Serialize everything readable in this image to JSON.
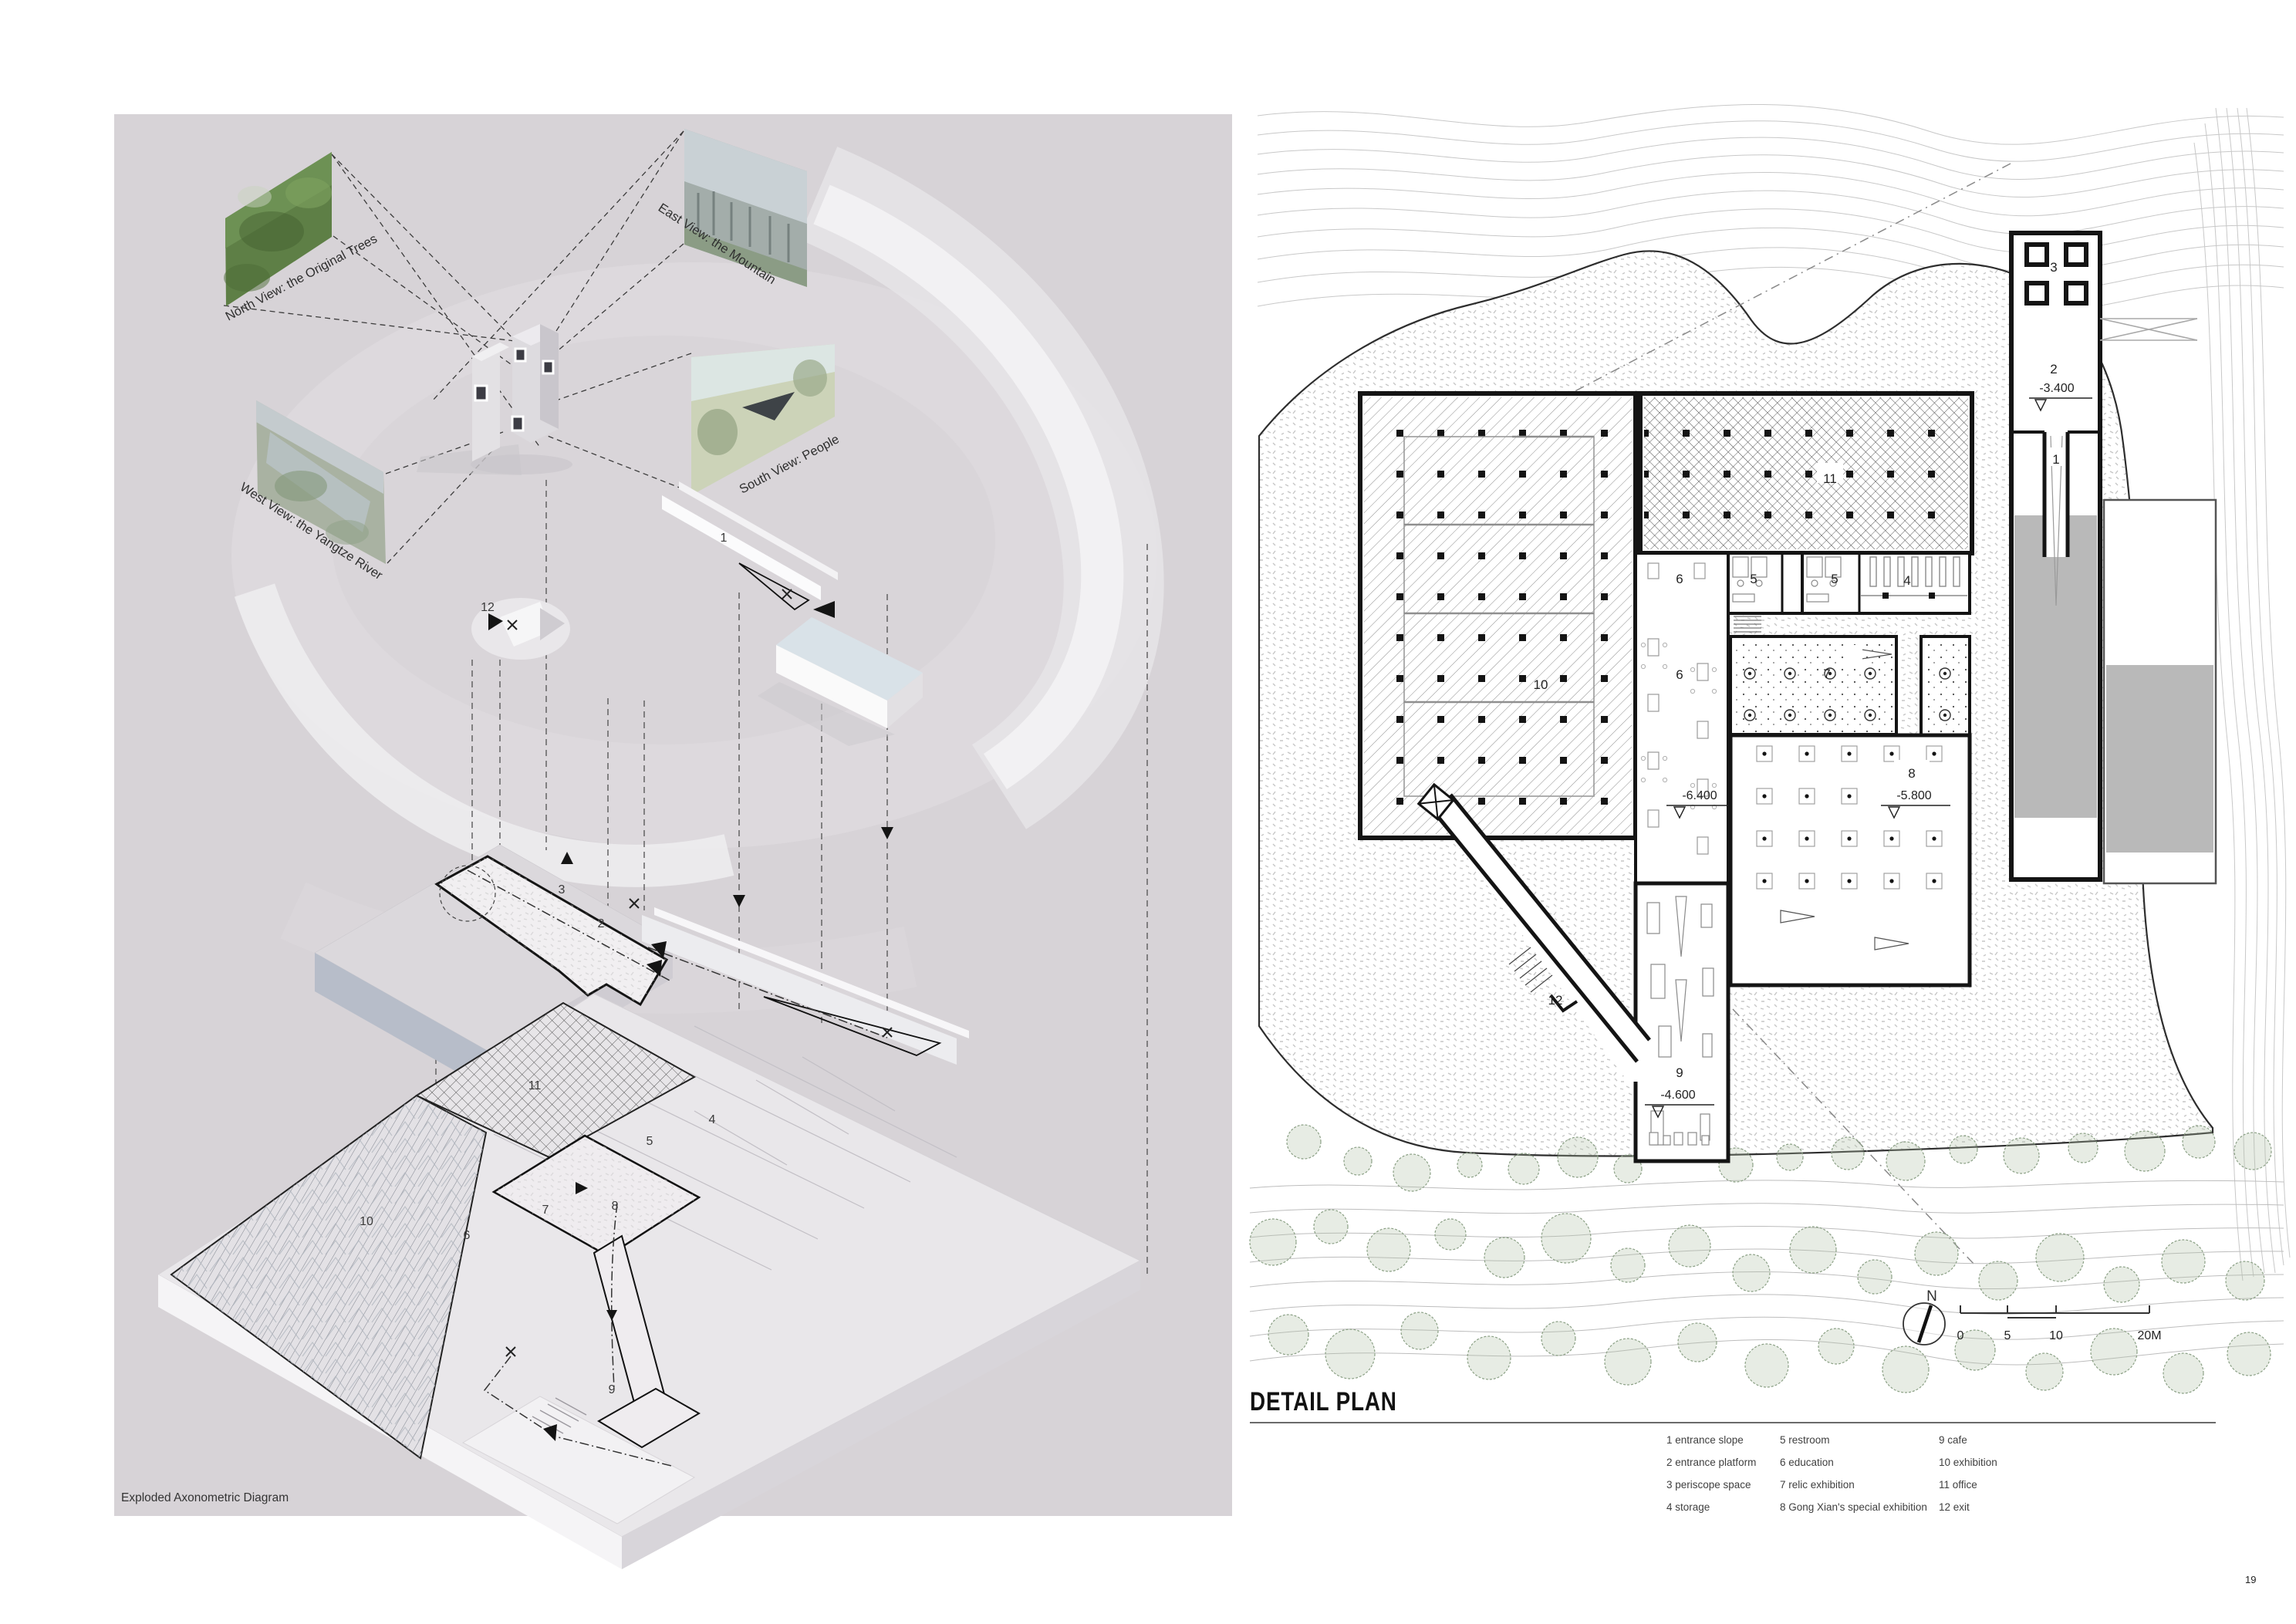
{
  "page": {
    "number": "19"
  },
  "nums": {
    "n1": "1",
    "n2": "2",
    "n3": "3",
    "n4": "4",
    "n5": "5",
    "n6": "6",
    "n7": "7",
    "n8": "8",
    "n9": "9",
    "n10": "10",
    "n11": "11",
    "n12": "12"
  },
  "axon": {
    "caption": "Exploded Axonometric Diagram",
    "views": {
      "north": {
        "label": "North View:  the Original Trees"
      },
      "east": {
        "label": "East View:  the Mountain"
      },
      "west": {
        "label": "West View:  the Yangtze River"
      },
      "south": {
        "label": "South View:  People"
      }
    }
  },
  "plan": {
    "title": "DETAIL PLAN",
    "compass": "N",
    "scale_ticks": [
      "0",
      "5",
      "10",
      "20M"
    ],
    "levels": {
      "platform": "-3.400",
      "hall": "-6.400",
      "special": "-5.800",
      "cafe": "-4.600"
    },
    "legend": {
      "col1": [
        "1 entrance slope",
        "2 entrance platform",
        "3 periscope space",
        "4 storage"
      ],
      "col2": [
        "5 restroom",
        "6 education",
        "7 relic exhibition",
        "8 Gong Xian's special exhibition"
      ],
      "col3": [
        "9 cafe",
        "10 exhibition",
        "11 office",
        "12 exit"
      ]
    }
  }
}
